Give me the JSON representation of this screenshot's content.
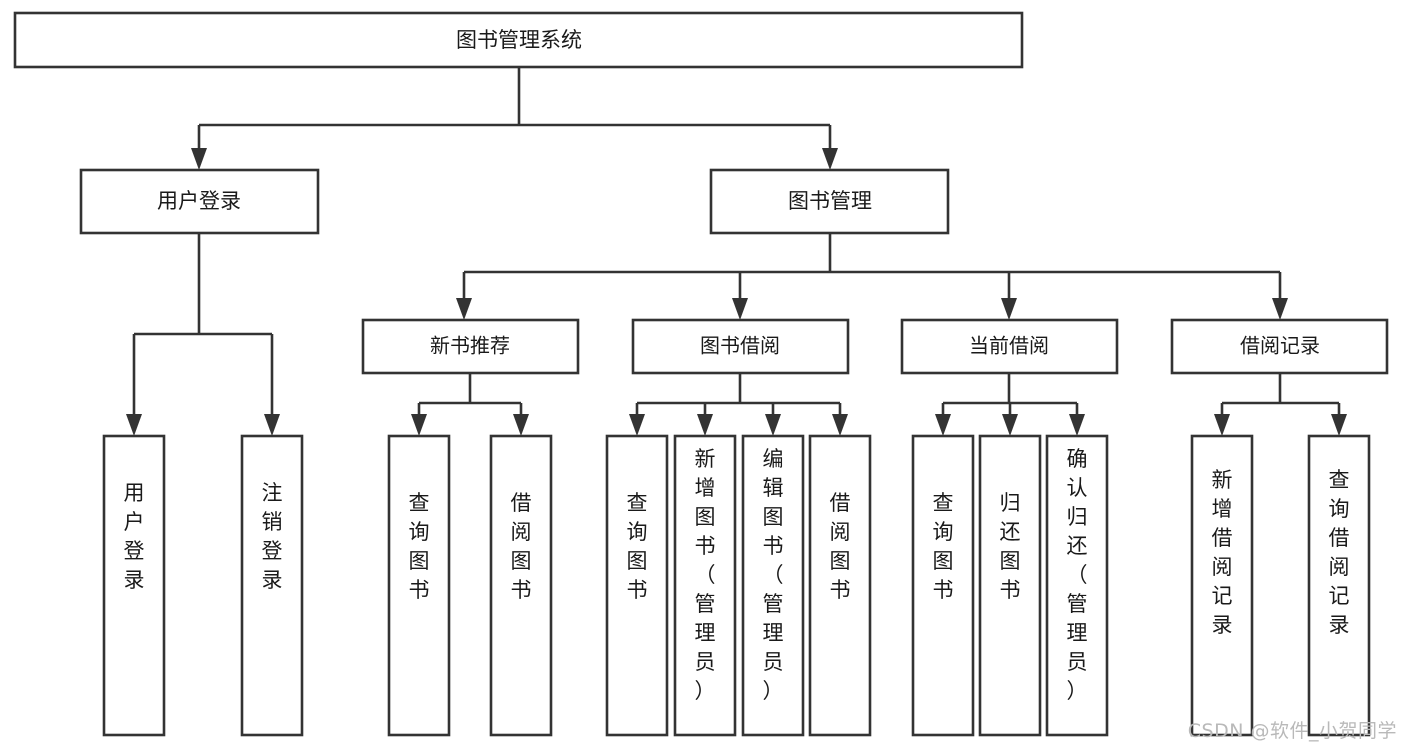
{
  "diagram": {
    "kind": "tree-hierarchy-chart",
    "root": {
      "id": "root",
      "label": "图书管理系统"
    },
    "level2": [
      {
        "id": "user-login",
        "label": "用户登录"
      },
      {
        "id": "book-manage",
        "label": "图书管理"
      }
    ],
    "level3": [
      {
        "id": "new-book-recommend",
        "label": "新书推荐"
      },
      {
        "id": "book-borrow",
        "label": "图书借阅"
      },
      {
        "id": "current-borrow",
        "label": "当前借阅"
      },
      {
        "id": "borrow-record",
        "label": "借阅记录"
      }
    ],
    "leaves": {
      "user_login": [
        {
          "id": "leaf-user-login",
          "label": "用户登录"
        },
        {
          "id": "leaf-logout",
          "label": "注销登录"
        }
      ],
      "new_book_recommend": [
        {
          "id": "leaf-query-book-1",
          "label": "查询图书"
        },
        {
          "id": "leaf-borrow-book-1",
          "label": "借阅图书"
        }
      ],
      "book_borrow": [
        {
          "id": "leaf-query-book-2",
          "label": "查询图书"
        },
        {
          "id": "leaf-add-book",
          "label": "新增图书（管理员）"
        },
        {
          "id": "leaf-edit-book",
          "label": "编辑图书（管理员）"
        },
        {
          "id": "leaf-borrow-book-2",
          "label": "借阅图书"
        }
      ],
      "current_borrow": [
        {
          "id": "leaf-query-book-3",
          "label": "查询图书"
        },
        {
          "id": "leaf-return-book",
          "label": "归还图书"
        },
        {
          "id": "leaf-confirm-return",
          "label": "确认归还（管理员）"
        }
      ],
      "borrow_record": [
        {
          "id": "leaf-add-record",
          "label": "新增借阅记录"
        },
        {
          "id": "leaf-query-record",
          "label": "查询借阅记录"
        }
      ]
    },
    "colors": {
      "background": "#ffffff",
      "box_fill": "#ffffff",
      "box_stroke": "#333333",
      "text": "#1a1a1a",
      "watermark": "#b9b9b9"
    }
  },
  "watermark": {
    "text": "CSDN @软件_小贺同学"
  }
}
